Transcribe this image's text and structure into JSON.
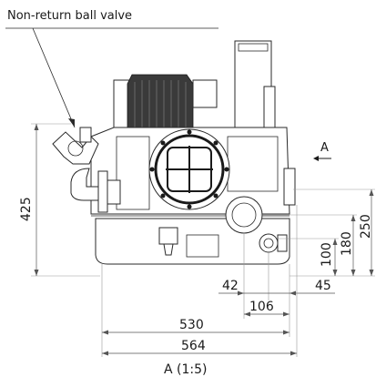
{
  "callout": {
    "label": "Non-return ball valve"
  },
  "view": {
    "direction_label": "A",
    "caption": "A (1:5)"
  },
  "dimensions": {
    "height_total": "425",
    "height_outlet": "250",
    "height_inlet_upper": "180",
    "height_inlet_lower": "100",
    "offset_42": "42",
    "offset_45": "45",
    "offset_106": "106",
    "width_530": "530",
    "width_564": "564"
  }
}
